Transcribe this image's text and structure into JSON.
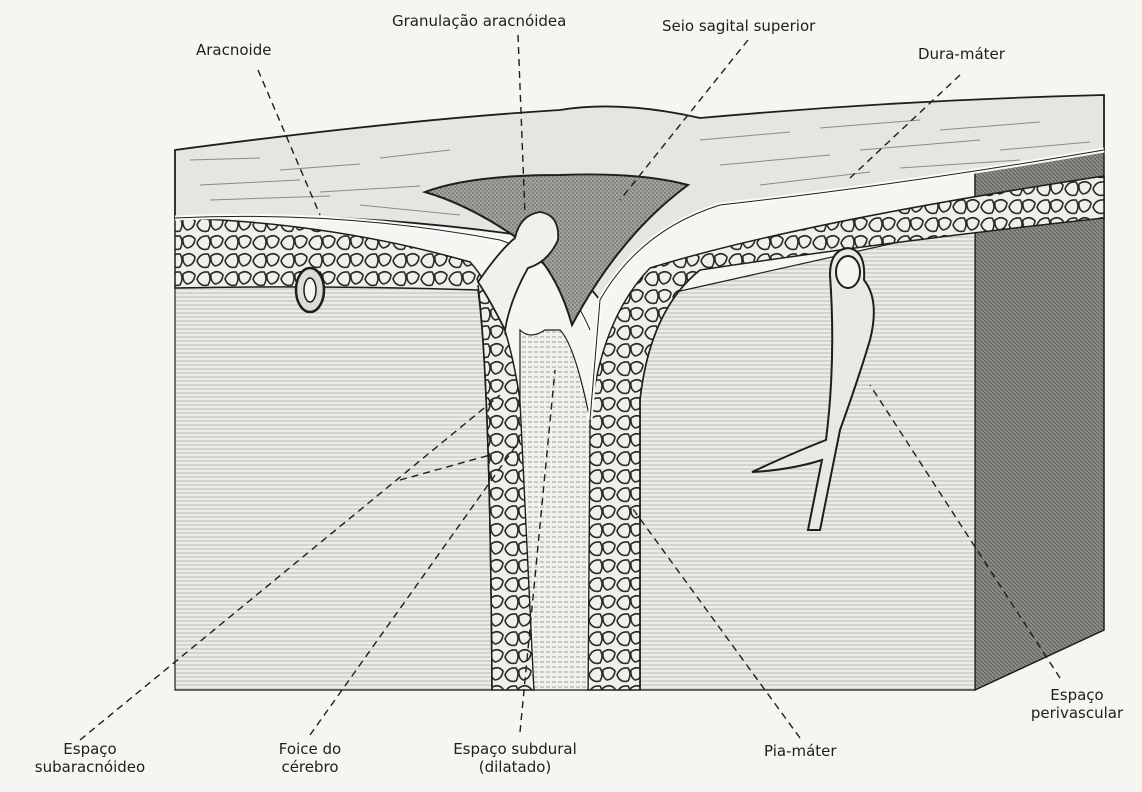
{
  "labels": {
    "aracnoide": "Aracnoide",
    "granulacao": "Granulação aracnóidea",
    "seio": "Seio sagital superior",
    "dura": "Dura-máter",
    "espaco_sub_1": "Espaço",
    "espaco_sub_2": "subaracnóideo",
    "foice_1": "Foice do",
    "foice_2": "cérebro",
    "subdural_1": "Espaço subdural",
    "subdural_2": "(dilatado)",
    "pia": "Pia-máter",
    "perivascular_1": "Espaço",
    "perivascular_2": "perivascular"
  },
  "colors": {
    "paper": "#f6f5f1",
    "ink": "#1e1e1e",
    "hatch_light": "#c9c9c3",
    "dura_fill": "#e6e5df",
    "sinus_fill": "#8f8f8a",
    "side_face": "#7d7d78"
  }
}
